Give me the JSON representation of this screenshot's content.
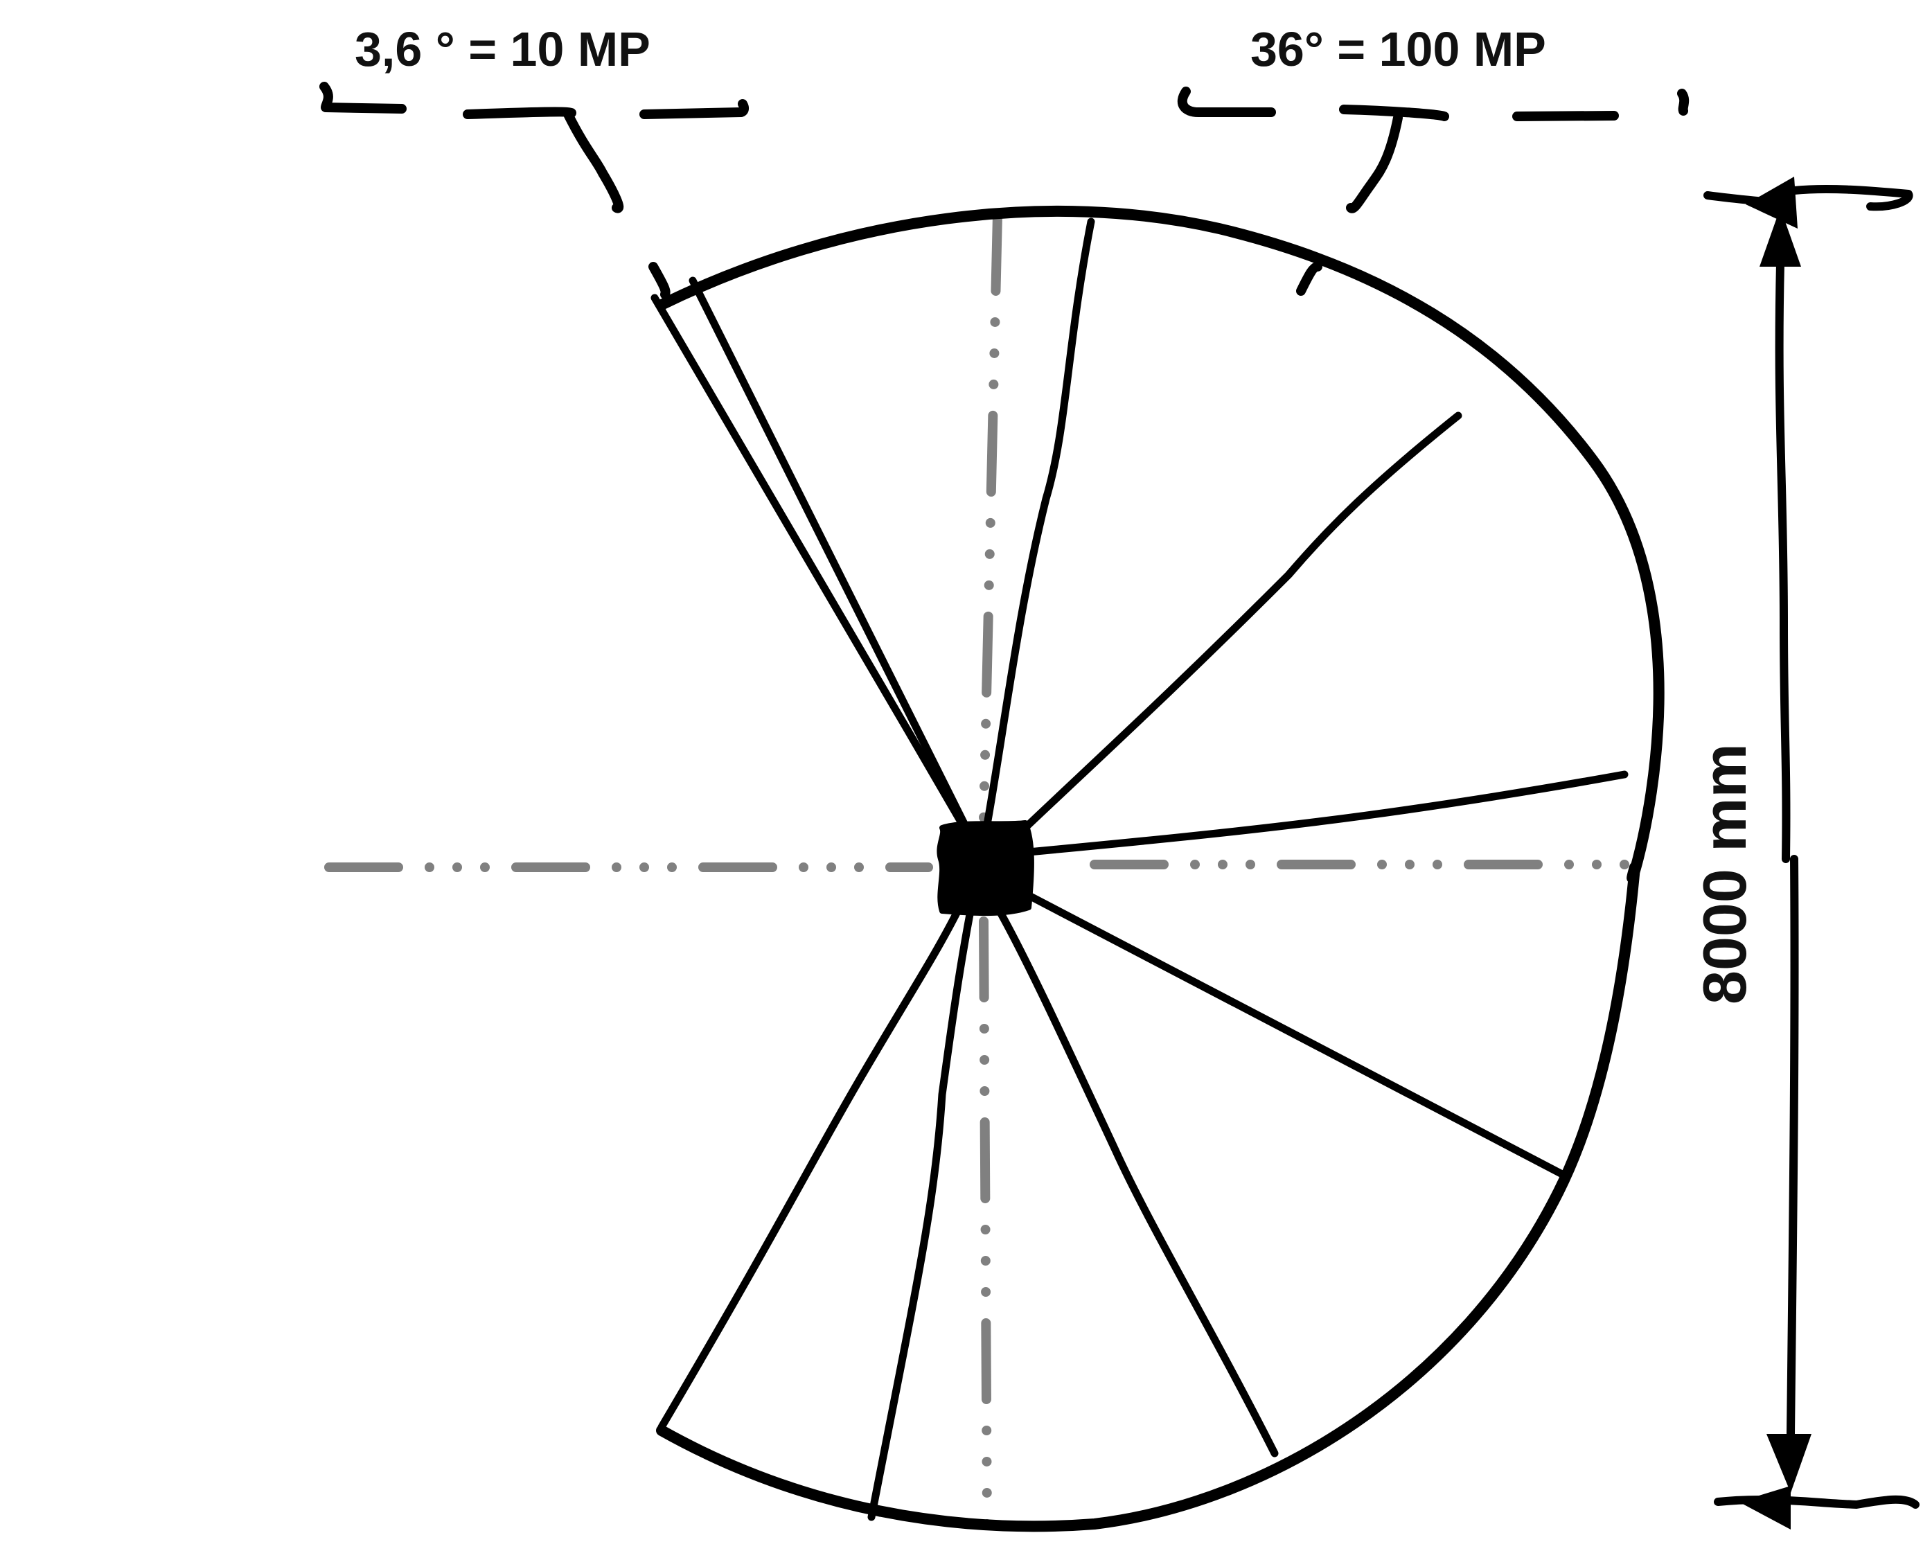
{
  "diagram": {
    "labels": {
      "small_angle": "3,6 ° = 10 MP",
      "large_angle": "36° = 100 MP",
      "height": "8000 mm"
    },
    "colors": {
      "ink": "#000000",
      "center_axes": "#808080",
      "background": "#ffffff"
    }
  }
}
